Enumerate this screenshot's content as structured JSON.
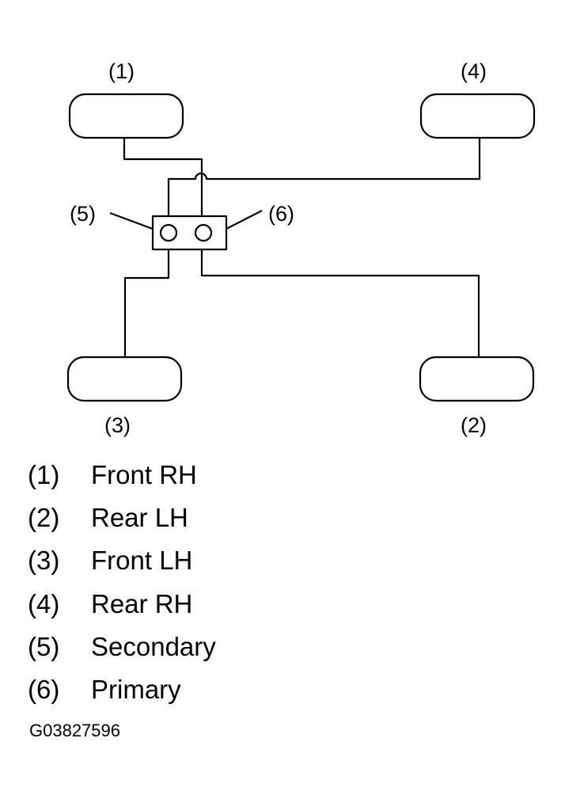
{
  "callouts": {
    "c1": "(1)",
    "c2": "(2)",
    "c3": "(3)",
    "c4": "(4)",
    "c5": "(5)",
    "c6": "(6)"
  },
  "legend": [
    {
      "num": "(1)",
      "label": "Front RH"
    },
    {
      "num": "(2)",
      "label": "Rear LH"
    },
    {
      "num": "(3)",
      "label": "Front LH"
    },
    {
      "num": "(4)",
      "label": "Rear RH"
    },
    {
      "num": "(5)",
      "label": "Secondary"
    },
    {
      "num": "(6)",
      "label": "Primary"
    }
  ],
  "figure_id": "G03827596"
}
